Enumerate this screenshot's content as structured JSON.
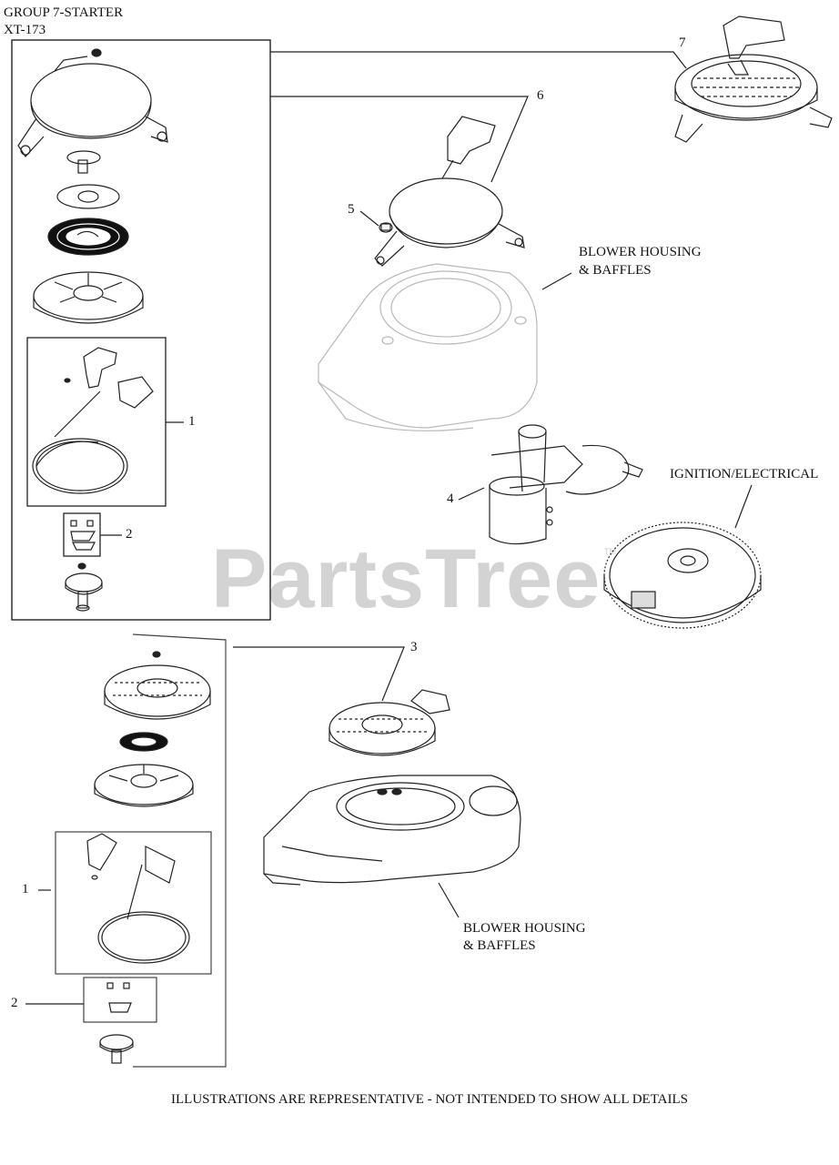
{
  "header": {
    "group": "GROUP 7-STARTER",
    "code": "XT-173"
  },
  "watermark": {
    "text": "PartsTree",
    "tm": "TM"
  },
  "callouts": {
    "c7": "7",
    "c6": "6",
    "c5": "5",
    "c1_top": "1",
    "c2_top": "2",
    "c4": "4",
    "c3": "3",
    "c1_bottom": "1",
    "c2_bottom": "2"
  },
  "labels": {
    "blower_top_line1": "BLOWER HOUSING",
    "blower_top_line2": "& BAFFLES",
    "ignition": "IGNITION/ELECTRICAL",
    "blower_bottom_line1": "BLOWER HOUSING",
    "blower_bottom_line2": "& BAFFLES"
  },
  "footer": {
    "note": "ILLUSTRATIONS ARE REPRESENTATIVE - NOT INTENDED TO SHOW ALL DETAILS"
  }
}
